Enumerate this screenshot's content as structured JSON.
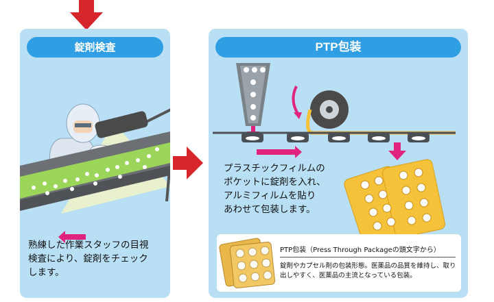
{
  "panels": [
    {
      "title": "錠剤検査",
      "description": "熟練した作業スタッフの目視\n検査により、錠剤をチェック\nします。"
    },
    {
      "title": "PTP包装",
      "description": "プラスチックフィルムの\nポケットに錠剤を入れ、\nアルミフィルムを貼り\nあわせて包装します。"
    }
  ],
  "ptp_note": {
    "title": "PTP包装（Press Through Packageの頭文字から）",
    "description": "錠剤やカプセル剤の包装形態。医薬品の品質を維持し、取り出しやすく、医薬品の主流となっている包装。"
  },
  "colors": {
    "panel_bg": "#b9dff5",
    "header_bg": "#2f9ee2",
    "arrow_red": "#d6252b",
    "arrow_magenta": "#e0237c",
    "belt_green": "#9bd55a",
    "aluminum_yellow": "#f6c23a"
  }
}
